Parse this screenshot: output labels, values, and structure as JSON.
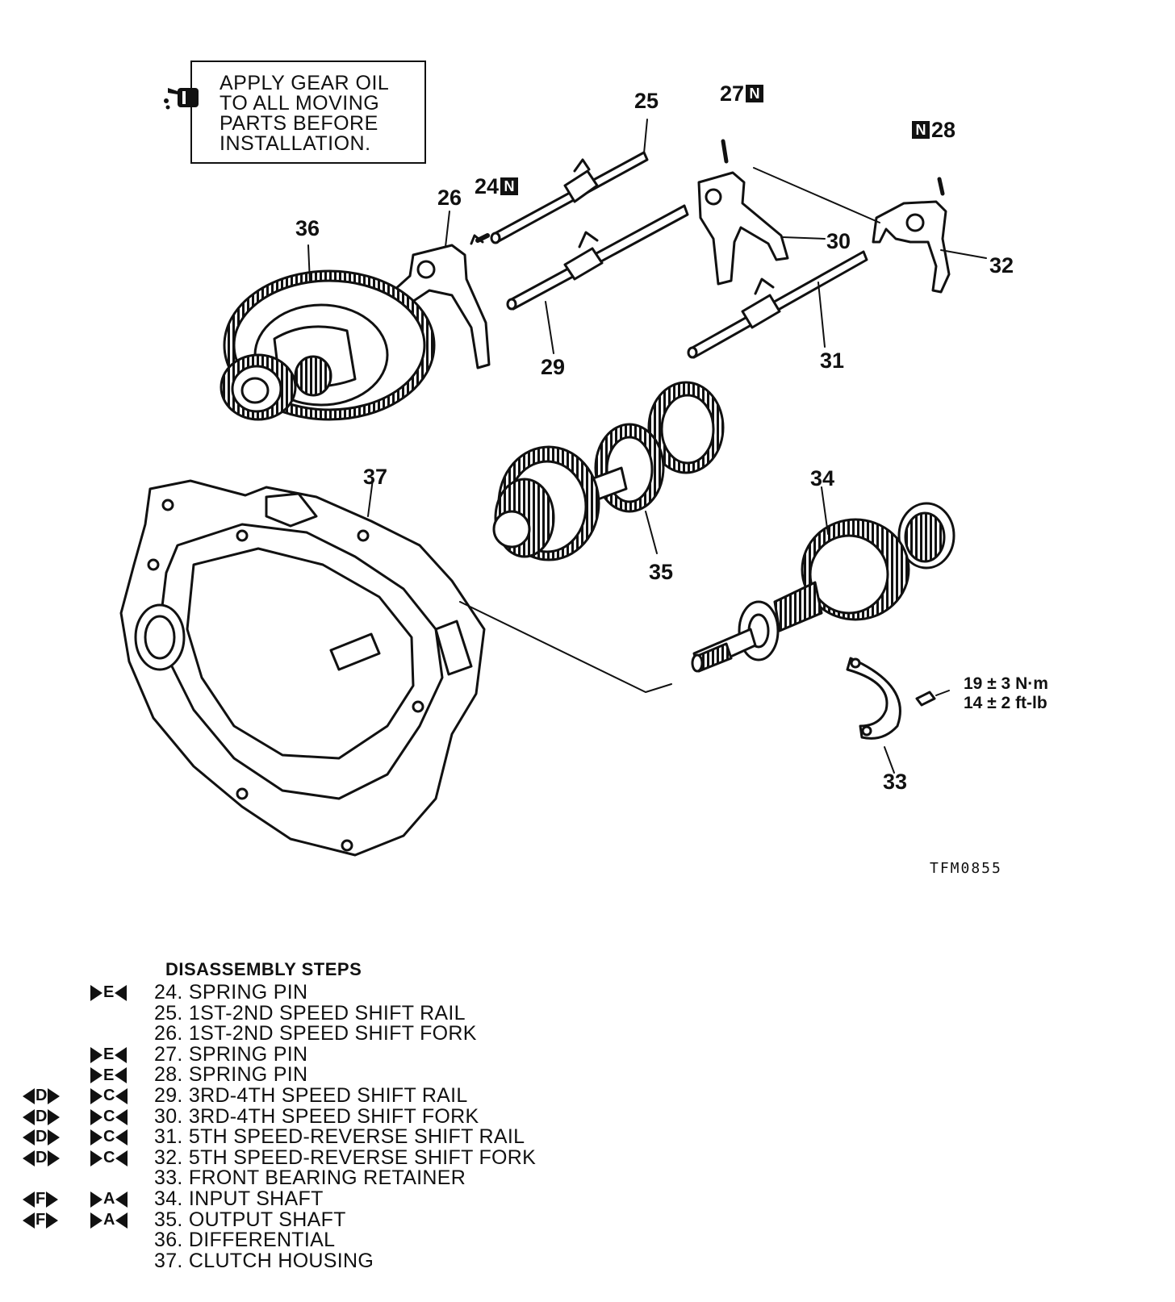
{
  "note": {
    "icon": "oil-can-icon",
    "text": "APPLY GEAR OIL\nTO ALL MOVING\nPARTS BEFORE\nINSTALLATION."
  },
  "callouts": {
    "c24": "24",
    "c25": "25",
    "c26": "26",
    "c27": "27",
    "c28": "28",
    "c29": "29",
    "c30": "30",
    "c31": "31",
    "c32": "32",
    "c33": "33",
    "c34": "34",
    "c35": "35",
    "c36": "36",
    "c37": "37",
    "n_badge": "N"
  },
  "torque": "19 ± 3 N·m\n14 ± 2 ft-lb",
  "figure_id": "TFM0855",
  "steps_title": "DISASSEMBLY STEPS",
  "steps": [
    {
      "label": "24. SPRING PIN",
      "left": "",
      "right": "E"
    },
    {
      "label": "25. 1ST-2ND SPEED SHIFT RAIL",
      "left": "",
      "right": ""
    },
    {
      "label": "26. 1ST-2ND SPEED SHIFT FORK",
      "left": "",
      "right": ""
    },
    {
      "label": "27. SPRING PIN",
      "left": "",
      "right": "E"
    },
    {
      "label": "28. SPRING PIN",
      "left": "",
      "right": "E"
    },
    {
      "label": "29. 3RD-4TH SPEED SHIFT RAIL",
      "left": "D",
      "right": "C"
    },
    {
      "label": "30. 3RD-4TH SPEED SHIFT FORK",
      "left": "D",
      "right": "C"
    },
    {
      "label": "31. 5TH SPEED-REVERSE SHIFT RAIL",
      "left": "D",
      "right": "C"
    },
    {
      "label": "32. 5TH SPEED-REVERSE SHIFT FORK",
      "left": "D",
      "right": "C"
    },
    {
      "label": "33. FRONT BEARING RETAINER",
      "left": "",
      "right": ""
    },
    {
      "label": "34. INPUT SHAFT",
      "left": "F",
      "right": "A"
    },
    {
      "label": "35. OUTPUT SHAFT",
      "left": "F",
      "right": "A"
    },
    {
      "label": "36. DIFFERENTIAL",
      "left": "",
      "right": ""
    },
    {
      "label": "37. CLUTCH HOUSING",
      "left": "",
      "right": ""
    }
  ]
}
